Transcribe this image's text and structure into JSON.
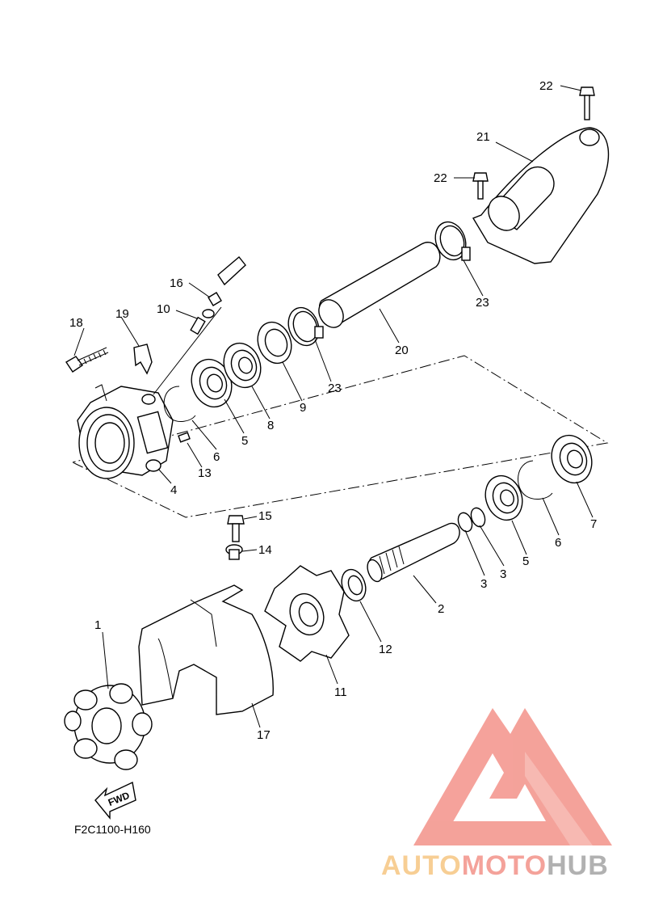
{
  "diagram": {
    "reference_code": "F2C1100-H160",
    "fwd_label": "FWD",
    "callouts": [
      "1",
      "2",
      "3",
      "3",
      "4",
      "5",
      "5",
      "6",
      "6",
      "7",
      "8",
      "9",
      "10",
      "11",
      "12",
      "13",
      "14",
      "15",
      "16",
      "17",
      "18",
      "19",
      "20",
      "21",
      "22",
      "22",
      "23",
      "23"
    ]
  },
  "watermark": {
    "text_part1": "AUTO",
    "text_part2": "MOTO",
    "text_part3": "HUB",
    "colors": {
      "logo": "#f28b82",
      "auto": "#f6c27a",
      "moto": "#f28b82",
      "hub": "#9e9e9e"
    }
  }
}
